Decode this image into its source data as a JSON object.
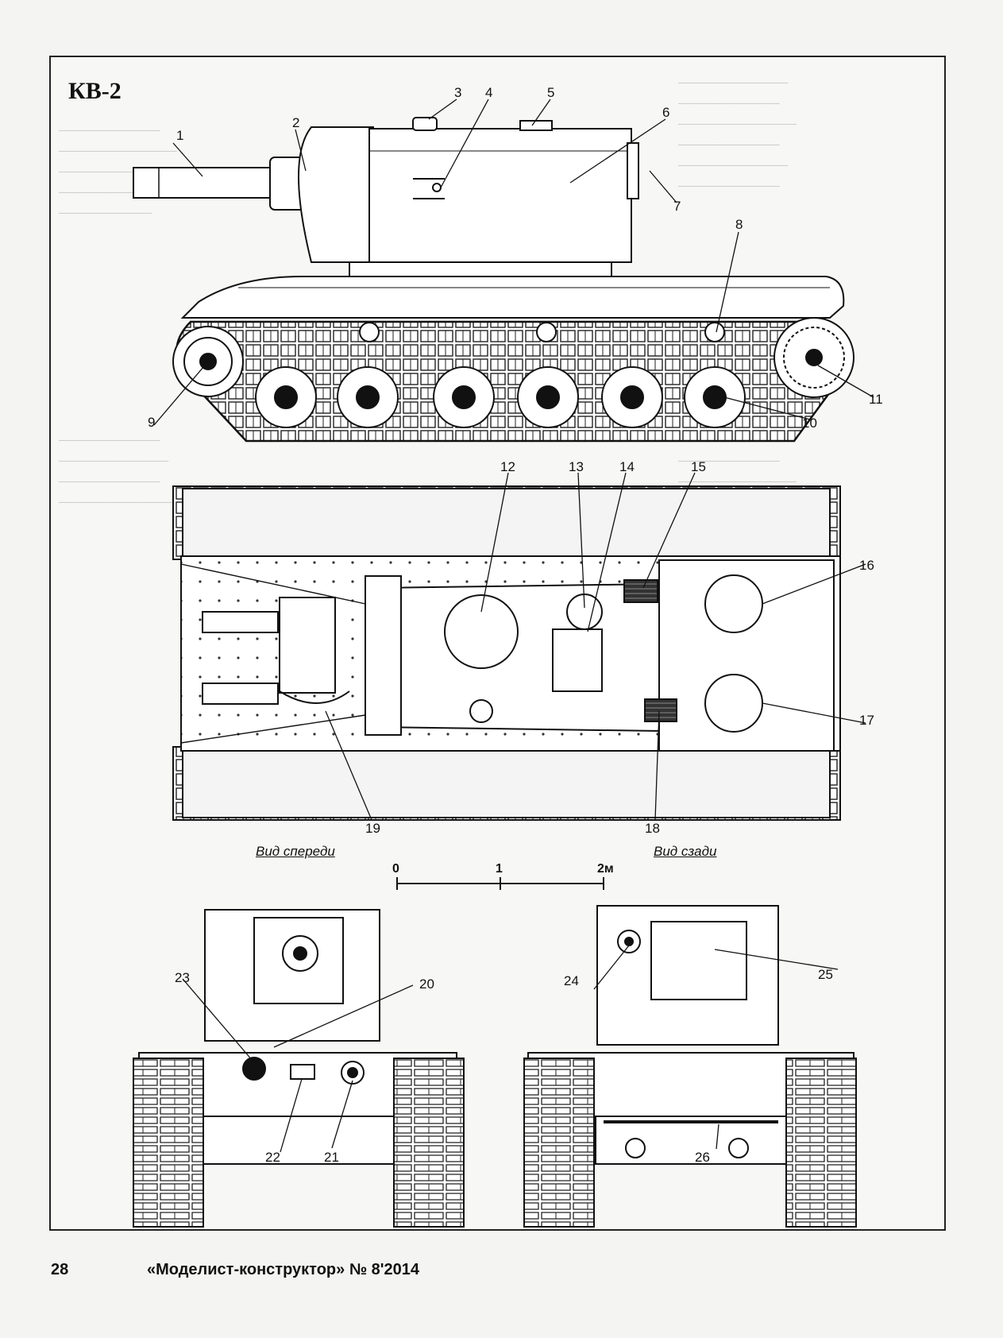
{
  "title": "КВ-2",
  "views": {
    "front_label": "Вид спереди",
    "rear_label": "Вид сзади"
  },
  "scale": {
    "zero": "0",
    "one": "1",
    "two": "2м"
  },
  "callouts": [
    "1",
    "2",
    "3",
    "4",
    "5",
    "6",
    "7",
    "8",
    "9",
    "10",
    "11",
    "12",
    "13",
    "14",
    "15",
    "16",
    "17",
    "18",
    "19",
    "20",
    "21",
    "22",
    "23",
    "24",
    "25",
    "26"
  ],
  "footer": {
    "page_number": "28",
    "magazine": "«Моделист-конструктор» № 8'2014"
  }
}
